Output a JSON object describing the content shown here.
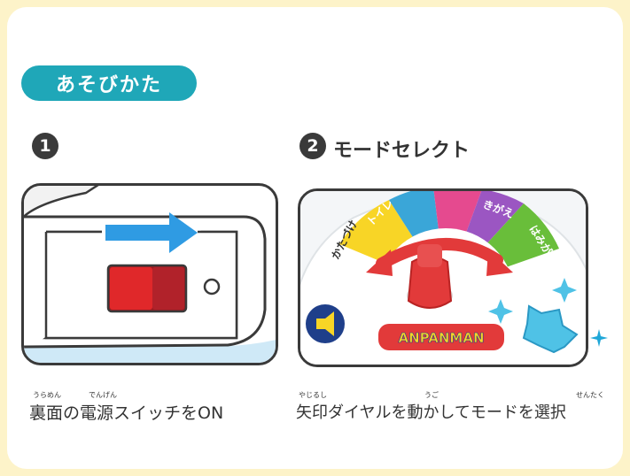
{
  "section_title": "あそびかた",
  "step1": {
    "number": "1",
    "caption": "裏面の電源スイッチをON",
    "ruby": [
      "うらめん",
      "でんげん"
    ]
  },
  "step2": {
    "number": "2",
    "title": "モードセレクト",
    "caption": "矢印ダイヤルを動かしてモードを選択",
    "ruby": [
      "やじるし",
      "うご",
      "せんたく"
    ],
    "dial_labels": [
      "かたづけ",
      "トイレ",
      "きがえ",
      "はみがき"
    ],
    "brand": "ANPANMAN"
  },
  "colors": {
    "background": "#fdf3c9",
    "pill": "#1fa7b8",
    "switch_red": "#e0282a",
    "arrow_blue": "#2f9be3",
    "dial_arrow": "#e23a3a"
  }
}
